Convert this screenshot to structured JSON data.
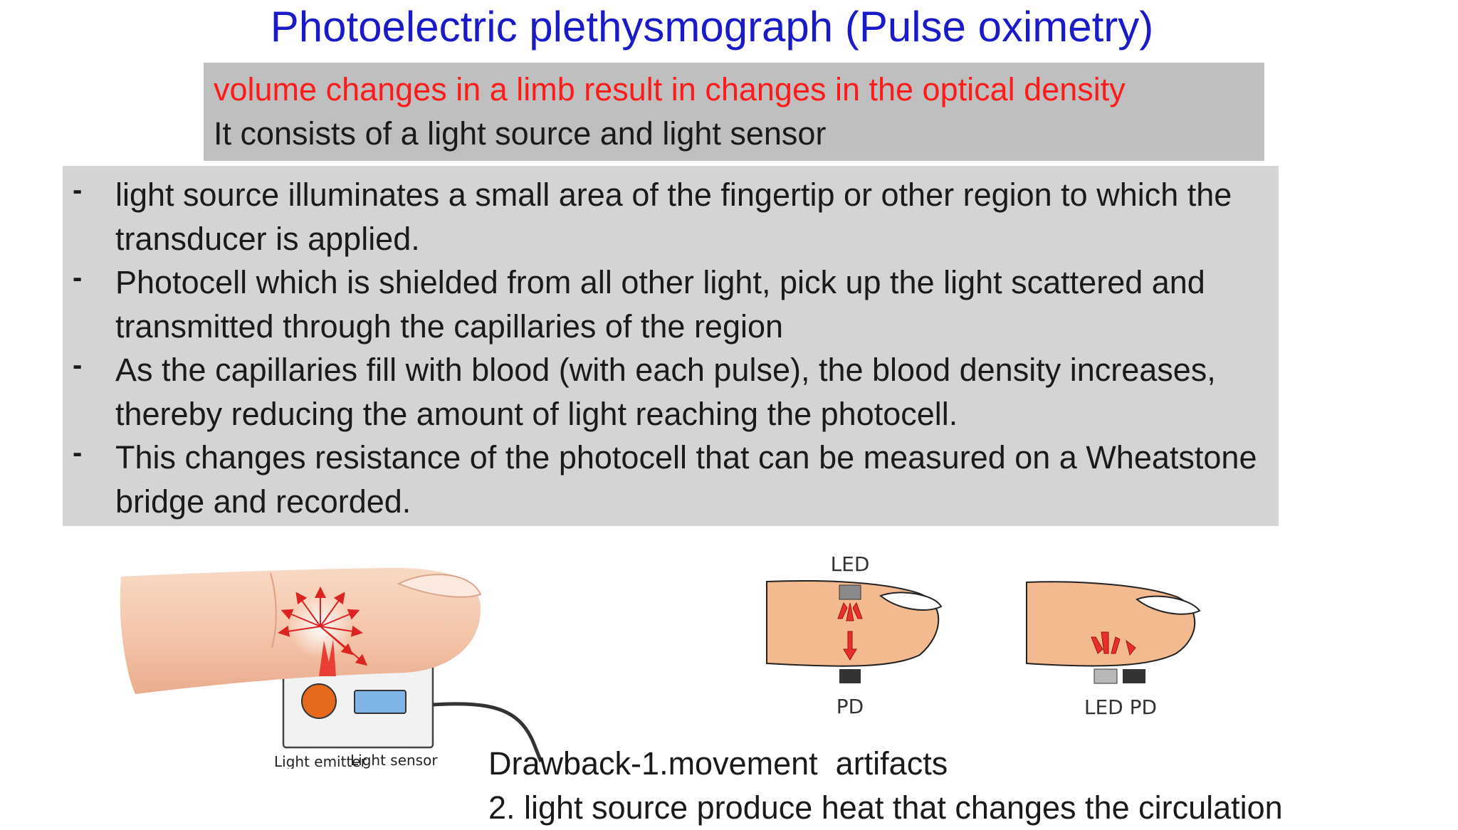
{
  "slide": {
    "title": "Photoelectric plethysmograph (Pulse oximetry)",
    "definition": {
      "line1": "volume changes in a limb result in changes in the optical density",
      "line2": "It consists of a light source and light sensor"
    },
    "bullets": [
      {
        "marker": "-",
        "text": "light source illuminates a small area of the fingertip or other region to which the transducer is applied."
      },
      {
        "marker": "-",
        "text": "Photocell which is shielded from all other light, pick up the light scattered and transmitted through the capillaries of the region"
      },
      {
        "marker": "-",
        "text": "As the capillaries fill with blood (with each pulse), the blood density increases, thereby reducing the amount of light reaching the photocell."
      },
      {
        "marker": "-",
        "text": "This changes resistance of the photocell that can be measured on a Wheatstone bridge and recorded."
      }
    ],
    "figure1": {
      "emitter_label": "Light emitter",
      "sensor_label": "Light sensor"
    },
    "figure2": {
      "led_label": "LED",
      "pd_label": "PD"
    },
    "figure3": {
      "led_pd_label": "LED PD"
    },
    "drawbacks": {
      "line1": "Drawback-1.movement  artifacts",
      "line2": "2. light source produce heat that changes the circulation"
    },
    "colors": {
      "title": "#1a1ac8",
      "definition_line1": "#ff1a1a",
      "box_gray": "#bfbfbf",
      "bullet_box_gray": "#d4d4d4",
      "finger_skin": "#f7c8a8",
      "arrow_red": "#e8302a"
    }
  }
}
